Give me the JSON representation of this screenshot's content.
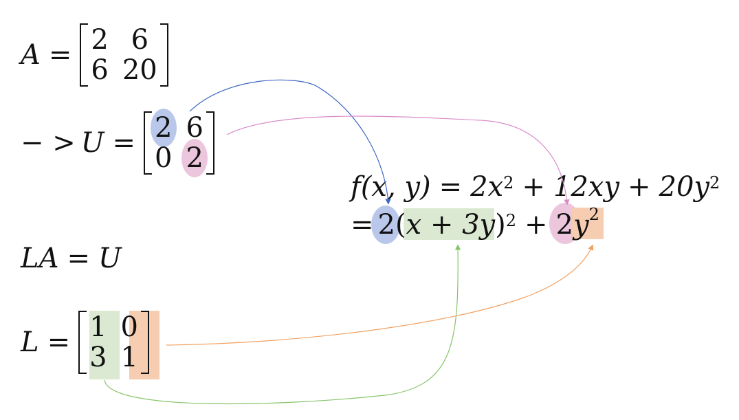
{
  "matrix_A": {
    "lhs": "A",
    "eq": "=",
    "rows": [
      [
        "2",
        "6"
      ],
      [
        "6",
        "20"
      ]
    ]
  },
  "matrix_U": {
    "arrow": "− >",
    "lhs": "U",
    "eq": "=",
    "rows": [
      [
        "2",
        "6"
      ],
      [
        "0",
        "2"
      ]
    ]
  },
  "la_eq_u": {
    "lhs": "LA",
    "eq": "=",
    "rhs": "U"
  },
  "matrix_L": {
    "lhs": "L",
    "eq": "=",
    "rows": [
      [
        "1",
        "0"
      ],
      [
        "3",
        "1"
      ]
    ]
  },
  "function": {
    "line1_f": "f",
    "line1_args": "(x, y)",
    "line1_eq": "=",
    "line1_t1": "2x",
    "line1_t1_exp": "2",
    "line1_plus1": "+",
    "line1_t2": "12xy",
    "line1_plus2": "+",
    "line1_t3": "20y",
    "line1_t3_exp": "2",
    "line2_eq": "=",
    "line2_coef1": "2",
    "line2_open": "(",
    "line2_inner": "x + 3y",
    "line2_close": ")",
    "line2_exp1": "2",
    "line2_plus": "+",
    "line2_coef2": "2",
    "line2_y": "y",
    "line2_exp2": "2"
  },
  "colors": {
    "blue_highlight": "#b9c8ea",
    "pink_highlight": "#ecc6dd",
    "green_highlight": "#dce9d2",
    "orange_highlight": "#f6cdb0",
    "blue_arrow": "#3a66c4",
    "pink_arrow": "#d98bc9",
    "green_arrow": "#86c46a",
    "orange_arrow": "#f0a060"
  }
}
